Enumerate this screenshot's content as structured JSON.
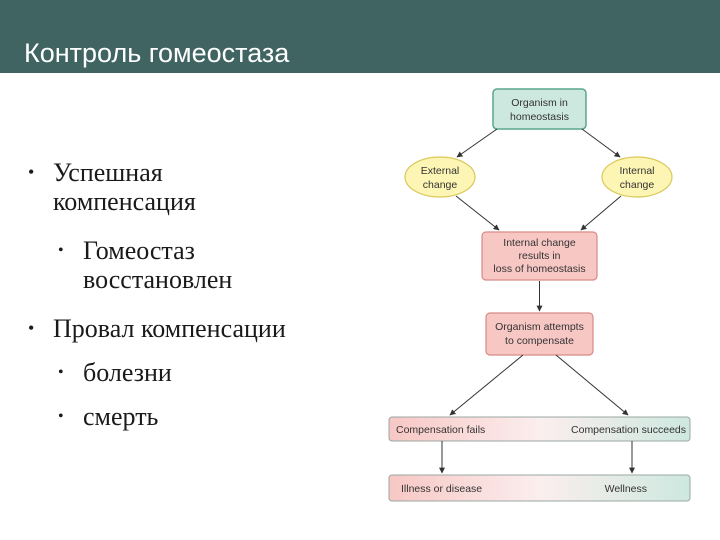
{
  "slide": {
    "title": "Контроль гомеостаза"
  },
  "bullets": [
    {
      "level": 1,
      "lines": [
        "Успешная",
        "компенсация"
      ]
    },
    {
      "level": 2,
      "lines": [
        "Гомеостаз",
        "восстановлен"
      ]
    },
    {
      "level": 1,
      "lines": [
        "Провал компенсации"
      ]
    },
    {
      "level": 2,
      "lines": [
        "болезни"
      ]
    },
    {
      "level": 2,
      "lines": [
        "смерть"
      ]
    }
  ],
  "diagram": {
    "nodes": {
      "organism": [
        "Organism in",
        "homeostasis"
      ],
      "external": [
        "External",
        "change"
      ],
      "internal": [
        "Internal",
        "change"
      ],
      "internal_loss": [
        "Internal change",
        "results in",
        "loss of homeostasis"
      ],
      "attempts": [
        "Organism attempts",
        "to compensate"
      ],
      "comp_fails": "Compensation fails",
      "comp_succeeds": "Compensation succeeds",
      "illness": "Illness or disease",
      "wellness": "Wellness"
    },
    "colors": {
      "teal_box": "#cde8df",
      "yellow_oval": "#fdf5b4",
      "pink_box": "#f7c7c4",
      "arrow": "#333333",
      "header": "#3f6461"
    }
  }
}
